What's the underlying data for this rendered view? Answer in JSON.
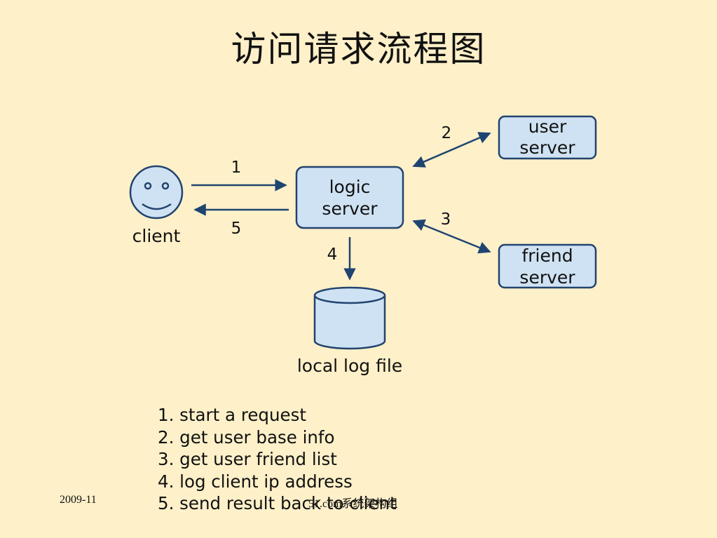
{
  "title": "访问请求流程图",
  "diagram": {
    "nodes": {
      "client": "client",
      "logic_server": [
        "logic",
        "server"
      ],
      "user_server": [
        "user",
        "server"
      ],
      "friend_server": [
        "friend",
        "server"
      ],
      "log_file": "local log file"
    },
    "edge_labels": [
      "1",
      "2",
      "3",
      "4",
      "5"
    ],
    "colors": {
      "box_fill": "#cfe2f3",
      "box_stroke": "#22446e",
      "arrow": "#1e4470",
      "background": "#fef0c9"
    }
  },
  "steps": [
    "1. start a request",
    "2. get user base info",
    "3. get user friend list",
    "4. log client ip address",
    "5. send result back to client"
  ],
  "footer": {
    "date": "2009-11",
    "org": "51.com系统架构组"
  }
}
